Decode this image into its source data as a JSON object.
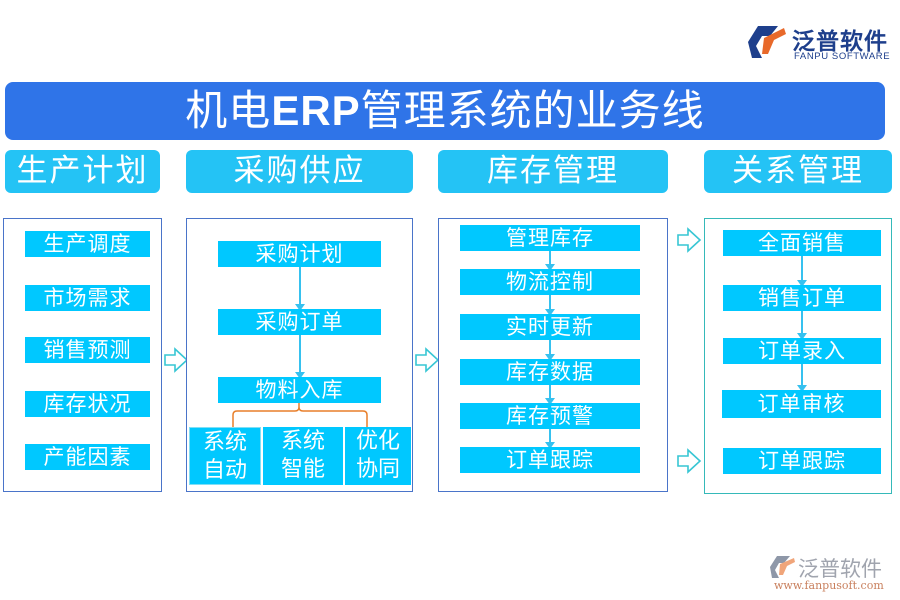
{
  "logo_top": {
    "cn": "泛普软件",
    "en": "FANPU SOFTWARE"
  },
  "title": {
    "prefix": "机电",
    "erp": "ERP",
    "suffix": "管理系统的业务线"
  },
  "categories": [
    {
      "label": "生产计划"
    },
    {
      "label": "采购供应"
    },
    {
      "label": "库存管理"
    },
    {
      "label": "关系管理"
    }
  ],
  "production": {
    "items": [
      "生产调度",
      "市场需求",
      "销售预测",
      "库存状况",
      "产能因素"
    ]
  },
  "procurement": {
    "steps": [
      "采购计划",
      "采购订单",
      "物料入库"
    ],
    "subs": [
      {
        "line1": "系统",
        "line2": "自动"
      },
      {
        "line1": "系统",
        "line2": "智能"
      },
      {
        "line1": "优化",
        "line2": "协同"
      }
    ]
  },
  "inventory": {
    "steps": [
      "管理库存",
      "物流控制",
      "实时更新",
      "库存数据",
      "库存预警",
      "订单跟踪"
    ]
  },
  "relations": {
    "steps": [
      "全面销售",
      "销售订单",
      "订单录入",
      "订单审核"
    ],
    "last": "订单跟踪"
  },
  "logo_bottom": {
    "cn": "泛普软件",
    "url": "www.fanpusoft.com"
  },
  "colors": {
    "title_bg": "#2f74e8",
    "category_bg": "#24c3f5",
    "item_bg": "#00c8ff",
    "panel_border": "#4a74c9",
    "bracket": "#e87f2a"
  }
}
